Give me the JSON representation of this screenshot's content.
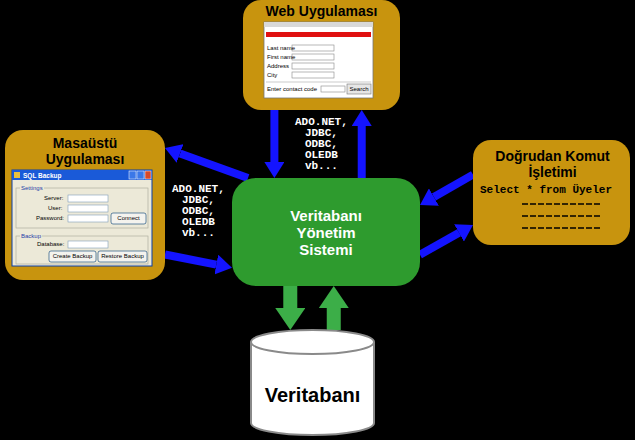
{
  "diagram": {
    "nodes": [
      {
        "text": [
          "Web Uygulaması"
        ]
      },
      {
        "text": [
          "Masaüstü Uygulaması"
        ]
      },
      {
        "text": [
          "Doğrudan Komut İşletimi",
          "Select * from Üyeler"
        ]
      },
      {
        "text": [
          "Veritabanı Yönetim Sistemi"
        ]
      },
      {
        "text": [
          "Veritabanı"
        ]
      }
    ],
    "edges": [
      {
        "from": 0,
        "to": 3,
        "arrow": "to",
        "label": "ADO.NET, JDBC, ODBC, OLEDB vb..."
      },
      {
        "from": 3,
        "to": 0,
        "arrow": "to"
      },
      {
        "from": 3,
        "to": 1,
        "arrow": "to",
        "label": "ADO.NET, JDBC, ODBC, OLEDB vb..."
      },
      {
        "from": 1,
        "to": 3,
        "arrow": "to"
      },
      {
        "from": 2,
        "to": 3,
        "arrow": "to"
      },
      {
        "from": 3,
        "to": 2,
        "arrow": "to"
      },
      {
        "from": 3,
        "to": 4,
        "arrow": "to"
      },
      {
        "from": 4,
        "to": 3,
        "arrow": "to"
      }
    ],
    "labels": [
      "Last name",
      "First name",
      "Address",
      "City",
      "Enter contact code",
      "Search",
      "SQL Backup",
      "Settings",
      "Server:",
      "User:",
      "Password:",
      "Connect",
      "Backup",
      "Database:",
      "Create Backup",
      "Restore Backup"
    ]
  }
}
